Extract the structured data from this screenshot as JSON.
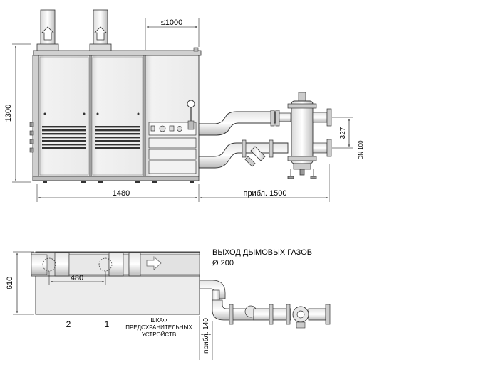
{
  "front_view": {
    "dim_height": "1300",
    "dim_top_width": "≤1000",
    "dim_total_width": "1480",
    "dim_pipe_length": "прибл. 1500",
    "dim_pipe_spacing": "327",
    "dim_pipe_dn": "DN 100"
  },
  "top_view": {
    "dim_depth": "610",
    "dim_flue_spacing": "480",
    "dim_clearance": "прибл. 140",
    "flue_label_line1": "ВЫХОД ДЫМОВЫХ ГАЗОВ",
    "flue_label_line2": "Ø 200",
    "boiler_numbers": [
      "2",
      "1"
    ],
    "cabinet_label": [
      "ШКАФ",
      "ПРЕДОХРАНИТЕЛЬНЫХ",
      "УСТРОЙСТВ"
    ]
  }
}
